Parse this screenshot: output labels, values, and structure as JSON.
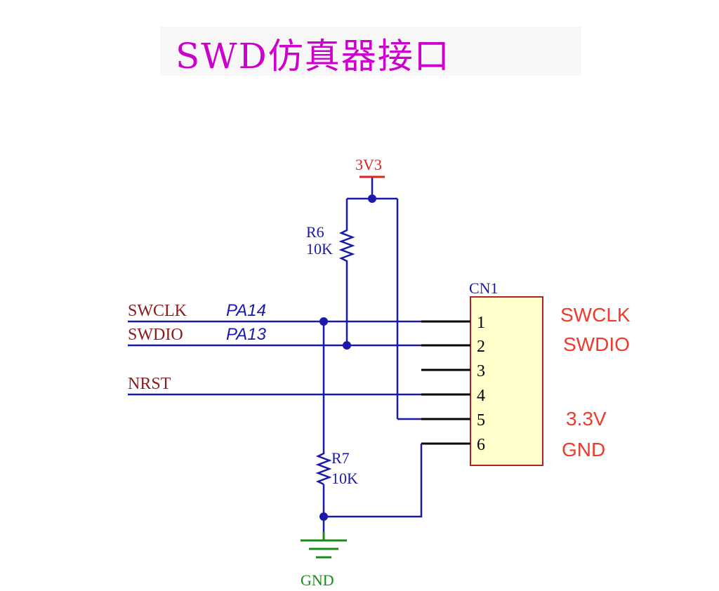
{
  "title": "SWD仿真器接口",
  "power": {
    "label": "3V3"
  },
  "ground": {
    "label": "GND"
  },
  "resistors": [
    {
      "ref": "R6",
      "value": "10K"
    },
    {
      "ref": "R7",
      "value": "10K"
    }
  ],
  "connector": {
    "ref": "CN1",
    "pins": [
      "1",
      "2",
      "3",
      "4",
      "5",
      "6"
    ]
  },
  "nets": [
    {
      "name": "SWCLK",
      "port": "PA14"
    },
    {
      "name": "SWDIO",
      "port": "PA13"
    },
    {
      "name": "NRST",
      "port": ""
    }
  ],
  "pin_notes": [
    "SWCLK",
    "SWDIO",
    "3.3V",
    "GND"
  ],
  "colors": {
    "wire": "#1a1aaa",
    "net_label": "#8b1a1a",
    "power": "#e02020",
    "ground": "#1a8a1a",
    "pin_note": "#f03a2a",
    "connector_fill": "#ffffcc",
    "connector_border": "#b22222",
    "title": "#cc00cc"
  }
}
